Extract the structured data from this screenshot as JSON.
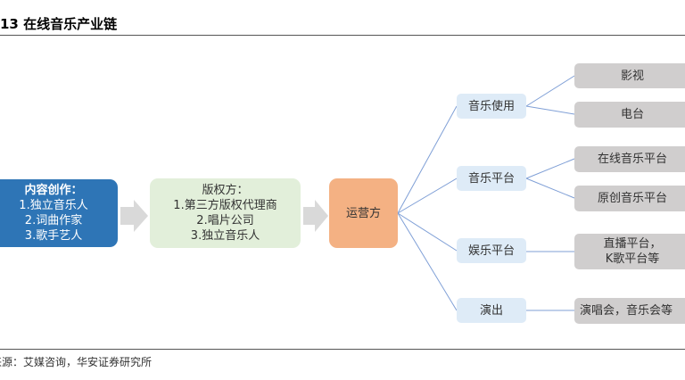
{
  "title": "13  在线音乐产业链",
  "creator": {
    "heading": "内容创作：",
    "items": [
      "1.独立音乐人",
      "2.词曲作家",
      "3.歌手艺人"
    ]
  },
  "rights": {
    "heading": "版权方：",
    "items": [
      "1.第三方版权代理商",
      "2.唱片公司",
      "3.独立音乐人"
    ]
  },
  "operator": "运营方",
  "channels": [
    "音乐使用",
    "音乐平台",
    "娱乐平台",
    "演出"
  ],
  "outlets": [
    "影视",
    "电台",
    "在线音乐平台",
    "原创音乐平台",
    "直播平台，",
    "K歌平台等",
    "演唱会，音乐会等"
  ],
  "source": "来源：艾媒咨询，华安证券研究所",
  "colors": {
    "creator": "#2e75b6",
    "rights": "#e2efda",
    "operator": "#f4b183",
    "channel": "#deebf7",
    "outlet": "#d0cece",
    "connector": "#7f9fd6"
  }
}
